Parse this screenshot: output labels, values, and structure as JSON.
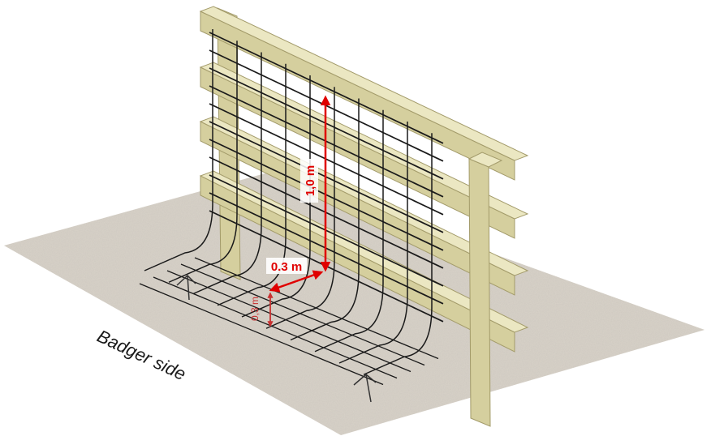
{
  "labels": {
    "height_main": "1,0 m",
    "depth_horizontal": "0.3 m",
    "depth_vertical": "0,3 m",
    "side": "Badger side"
  },
  "colors": {
    "ground": "#d8d2c8",
    "timber": "#d5cf9e",
    "timber_dark": "#a9a272",
    "mesh": "#1a1a1a",
    "dimension": "#e00000"
  }
}
